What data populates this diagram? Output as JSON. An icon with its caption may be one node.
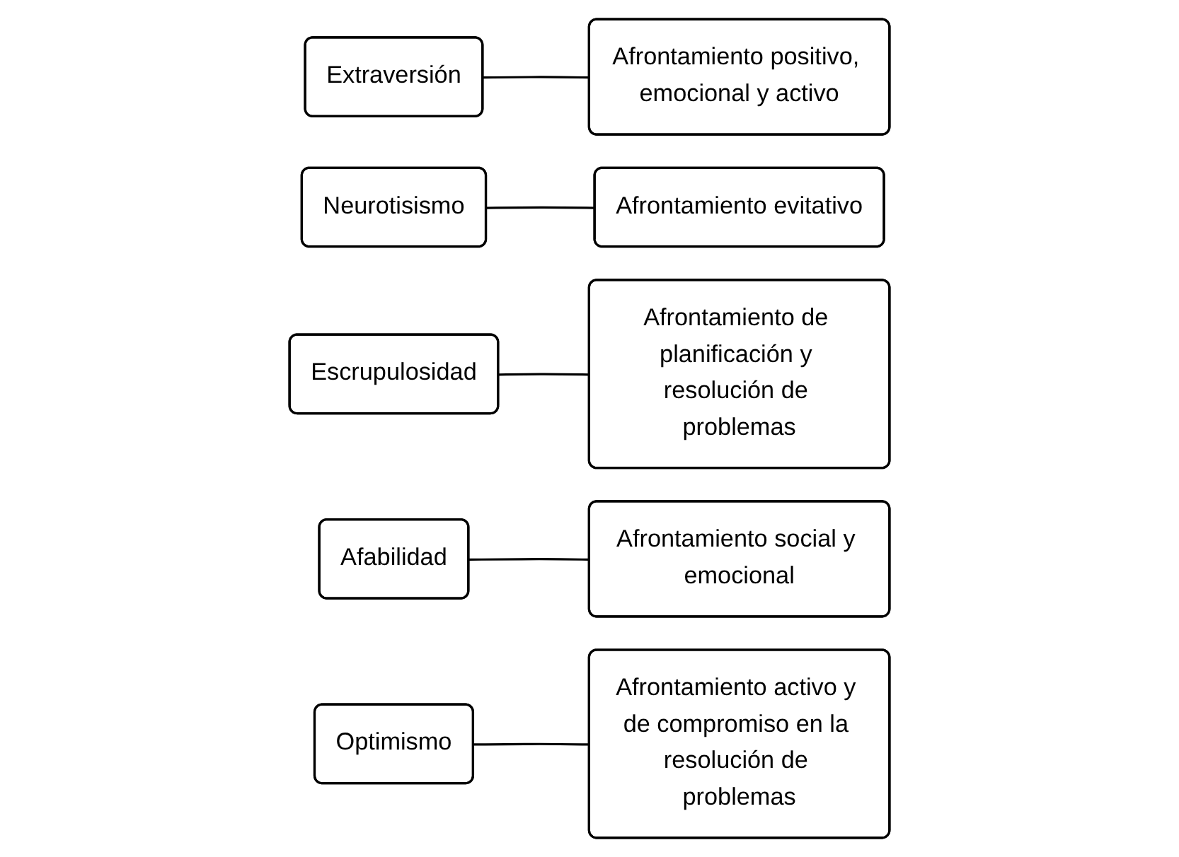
{
  "diagram": {
    "nodes": [
      {
        "text": [
          "Extraversión"
        ]
      },
      {
        "text": [
          "Afrontamiento positivo, emocional y activo"
        ]
      },
      {
        "text": [
          "Neurotisismo"
        ]
      },
      {
        "text": [
          "Afrontamiento evitativo"
        ]
      },
      {
        "text": [
          "Escrupulosidad"
        ]
      },
      {
        "text": [
          "Afrontamiento de planificación y resolución de problemas"
        ]
      },
      {
        "text": [
          "Afabilidad"
        ]
      },
      {
        "text": [
          "Afrontamiento social y emocional"
        ]
      },
      {
        "text": [
          "Optimismo"
        ]
      },
      {
        "text": [
          "Afrontamiento activo y de compromiso en la resolución de problemas"
        ]
      }
    ],
    "edges": [
      {
        "from": 0,
        "to": 1,
        "arrow": "none"
      },
      {
        "from": 2,
        "to": 3,
        "arrow": "none"
      },
      {
        "from": 4,
        "to": 5,
        "arrow": "none"
      },
      {
        "from": 6,
        "to": 7,
        "arrow": "none"
      },
      {
        "from": 8,
        "to": 9,
        "arrow": "none"
      }
    ]
  }
}
